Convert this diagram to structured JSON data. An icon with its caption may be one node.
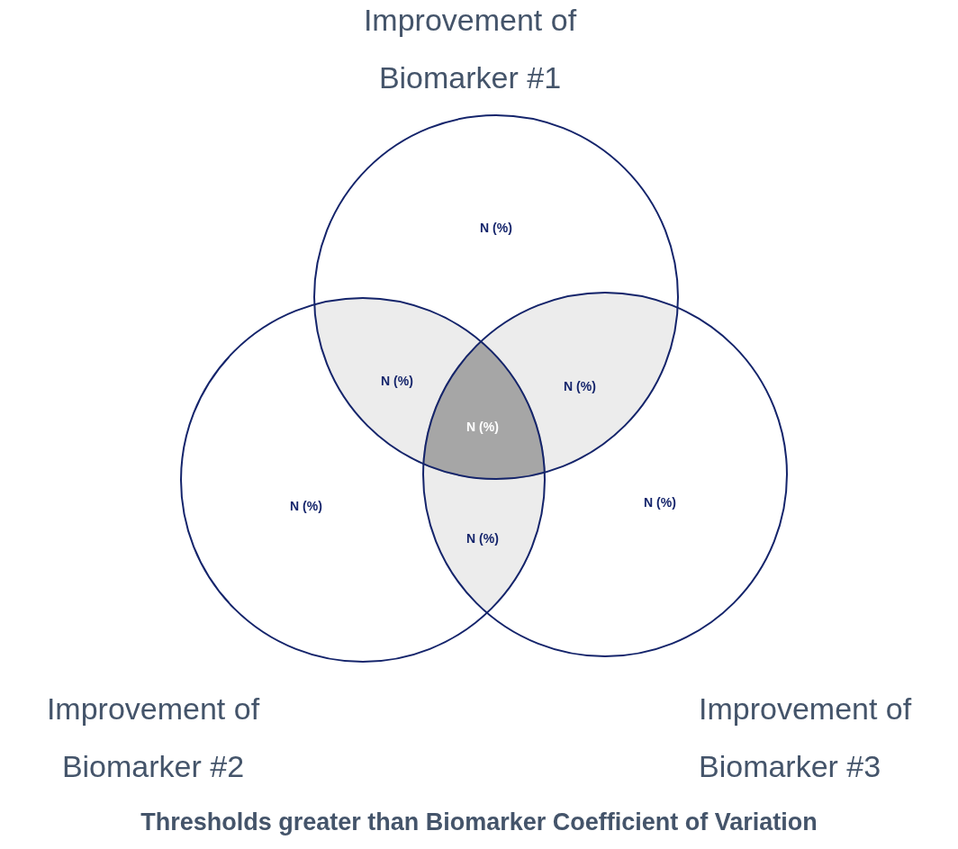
{
  "diagram": {
    "caption": "Thresholds greater than Biomarker Coefficient of Variation",
    "nodes": [
      {
        "text": [
          "Improvement of Biomarker #1",
          "N (%)"
        ]
      },
      {
        "text": [
          "Improvement of Biomarker #2",
          "N (%)"
        ]
      },
      {
        "text": [
          "Improvement of Biomarker #3",
          "N (%)"
        ]
      }
    ],
    "labels": [
      "N (%)",
      "N (%)",
      "N (%)",
      "N (%)"
    ]
  }
}
